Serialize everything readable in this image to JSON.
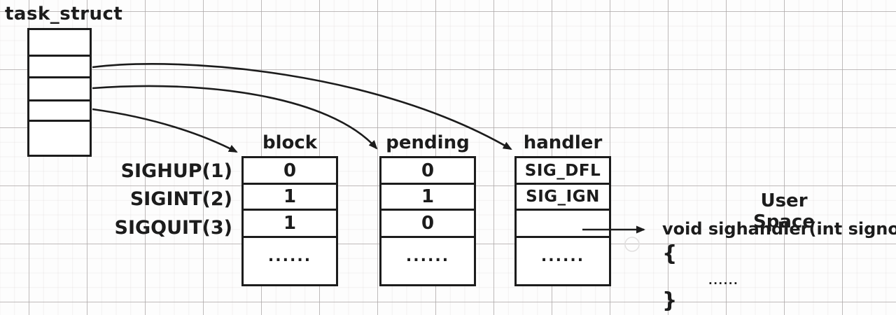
{
  "diagram": {
    "title": "task_struct",
    "row_labels": [
      "SIGHUP(1)",
      "SIGINT(2)",
      "SIGQUIT(3)"
    ],
    "tables": {
      "block": {
        "header": "block",
        "values": [
          "0",
          "1",
          "1",
          "......"
        ]
      },
      "pending": {
        "header": "pending",
        "values": [
          "0",
          "1",
          "0",
          "......"
        ]
      },
      "handler": {
        "header": "handler",
        "values": [
          "SIG_DFL",
          "SIG_IGN",
          "",
          "......"
        ]
      }
    },
    "user_space": {
      "title": "User Space",
      "code_line_1": "void sighandler(int signo)",
      "code_line_2": "{",
      "code_line_3": "......",
      "code_line_4": "}"
    },
    "colors": {
      "stroke": "#1c1c1c",
      "grid_major": "#adа8a8",
      "grid_minor": "#efecec",
      "background": "#fdfdfd"
    }
  }
}
